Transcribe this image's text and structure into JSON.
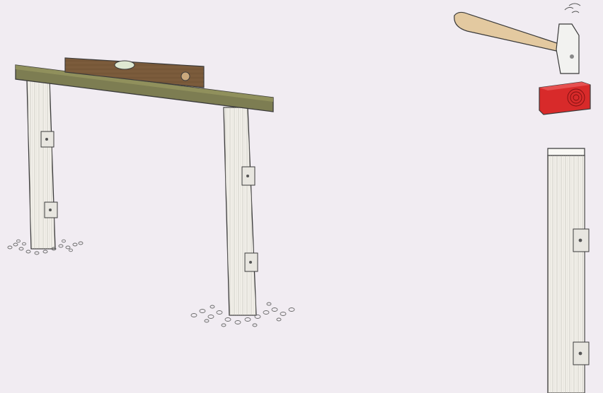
{
  "scene": {
    "background": "#f1ecf2",
    "objects": [
      "spirit-level",
      "horizontal-board",
      "fence-post",
      "metal-bracket",
      "gravel",
      "hammer",
      "red-wood-block"
    ]
  },
  "colors": {
    "board": "#7d7d52",
    "level_body": "#7a5a3a",
    "post": "#f4f2ec",
    "hammer_handle": "#e3c9a0",
    "hammer_head": "#f2f2f0",
    "block": "#d82a2a",
    "outline": "#3a3a3a"
  }
}
